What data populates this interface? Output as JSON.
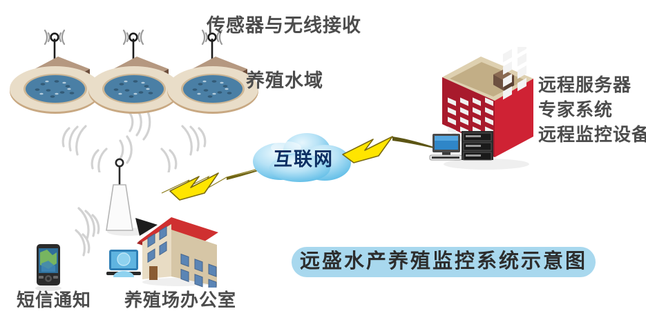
{
  "diagram": {
    "title": "远盛水产养殖监控系统示意图",
    "labels": {
      "sensors": "传感器与无线接收",
      "ponds": "养殖水域",
      "internet": "互联网",
      "remote_server": "远程服务器",
      "expert_system": "专家系统",
      "remote_monitor": "远程监控设备",
      "sms": "短信通知",
      "office": "养殖场办公室"
    },
    "nodes": [
      {
        "id": "pond-1",
        "name": "aquaculture-pond",
        "label": ""
      },
      {
        "id": "pond-2",
        "name": "aquaculture-pond",
        "label": ""
      },
      {
        "id": "pond-3",
        "name": "aquaculture-pond",
        "label": "养殖水域"
      },
      {
        "id": "antenna-tower",
        "name": "wireless-base-station",
        "label": ""
      },
      {
        "id": "internet-cloud",
        "name": "internet-cloud",
        "label": "互联网"
      },
      {
        "id": "server-building",
        "name": "data-center-building",
        "label": "远程服务器"
      },
      {
        "id": "mobile-phone",
        "name": "sms-phone",
        "label": "短信通知"
      },
      {
        "id": "office-house",
        "name": "farm-office",
        "label": "养殖场办公室"
      },
      {
        "id": "office-computer",
        "name": "office-workstation",
        "label": ""
      }
    ],
    "colors": {
      "banner_bg": "#a8d8ee",
      "cloud_light": "#bfe4f7",
      "cloud_dark": "#5fbde8",
      "bolt_fill": "#ffe500",
      "bolt_stroke": "#7a6a10",
      "building_front": "#a81a2c",
      "building_side": "#cf2234",
      "building_roof": "#d8c9a8",
      "pond_water": "#4a7fa5",
      "pond_rim": "#e9ddc8",
      "sensor_box": "#b89b84",
      "house_roof": "#cf3030",
      "house_wall": "#e3d6bd",
      "label_text": "#4c4c4c",
      "internet_text": "#0d2f63",
      "wave_gray": "#cfcfcf"
    }
  }
}
